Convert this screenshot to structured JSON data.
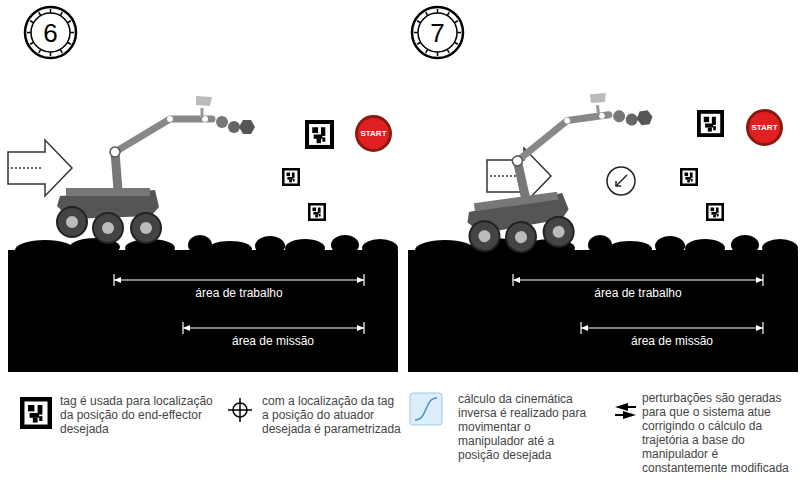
{
  "diagram": {
    "nodes": [
      {
        "text": [
          "6"
        ]
      },
      {
        "text": [
          "START"
        ]
      },
      {
        "text": [
          "7"
        ]
      },
      {
        "text": [
          "START"
        ]
      }
    ],
    "labels": [
      "área de trabalho",
      "área de missão",
      "área de trabalho",
      "área de missão"
    ],
    "legend": [
      {
        "text": "tag é usada para localização da posição do end-effector desejada"
      },
      {
        "text": "com a localização da tag a posição do atuador desejada é parametrizada"
      },
      {
        "text": "cálculo da cinemática inversa é realizado para movimentar o manipulador até a posição desejada"
      },
      {
        "text": "perturbações são geradas para que o sistema atue corrigindo o cálculo da trajetória a base do manipulador é constantemente modificada"
      }
    ]
  }
}
